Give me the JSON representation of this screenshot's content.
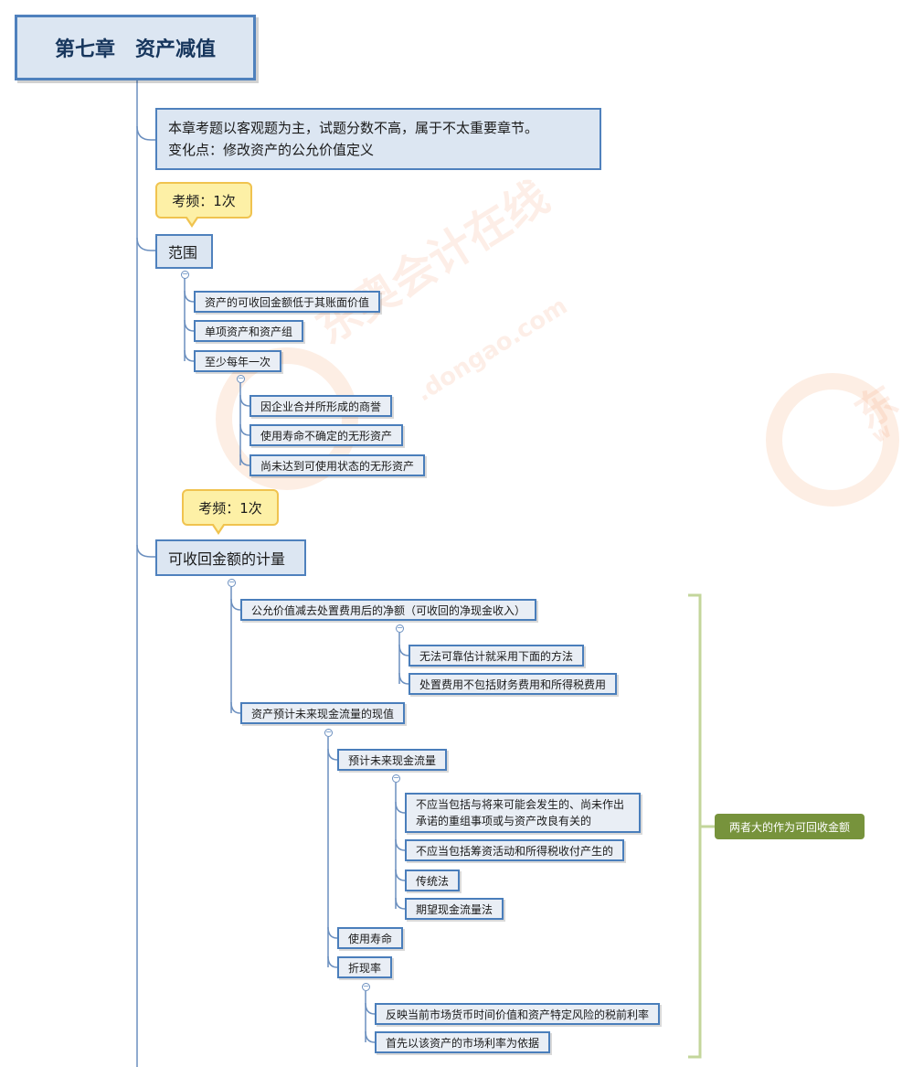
{
  "root": {
    "title": "第七章　资产减值"
  },
  "intro": {
    "line1": "本章考题以客观题为主，试题分数不高，属于不太重要章节。",
    "line2": "变化点：修改资产的公允价值定义"
  },
  "callouts": [
    {
      "text": "考频：1次"
    },
    {
      "text": "考频：1次"
    }
  ],
  "scope": {
    "label": "范围",
    "items": [
      "资产的可收回金额低于其账面价值",
      "单项资产和资产组",
      "至少每年一次"
    ],
    "sub_items": [
      "因企业合并所形成的商誉",
      "使用寿命不确定的无形资产",
      "尚未达到可使用状态的无形资产"
    ]
  },
  "measure": {
    "label": "可收回金额的计量",
    "fair_value": {
      "label": "公允价值减去处置费用后的净额（可收回的净现金收入）",
      "items": [
        "无法可靠估计就采用下面的方法",
        "处置费用不包括财务费用和所得税费用"
      ]
    },
    "present_value": {
      "label": "资产预计未来现金流量的现值",
      "cash_flow": {
        "label": "预计未来现金流量",
        "items": [
          "不应当包括与将来可能会发生的、尚未作出承诺的重组事项或与资产改良有关的",
          "不应当包括筹资活动和所得税收付产生的",
          "传统法",
          "期望现金流量法"
        ]
      },
      "useful_life": "使用寿命",
      "discount_rate": {
        "label": "折现率",
        "items": [
          "反映当前市场货币时间价值和资产特定风险的税前利率",
          "首先以该资产的市场利率为依据"
        ]
      }
    },
    "summary": "两者大的作为可回收金额"
  },
  "watermark": {
    "brand": "东奥会计在线",
    "site": ".dongao.com",
    "small_a": "东",
    "small_b": "w"
  },
  "colors": {
    "node_border": "#4f81bd",
    "node_fill": "#dce6f2",
    "callout_fill": "#fdf0a6",
    "summary_fill": "#77933c",
    "bracket": "#c3d69b"
  }
}
